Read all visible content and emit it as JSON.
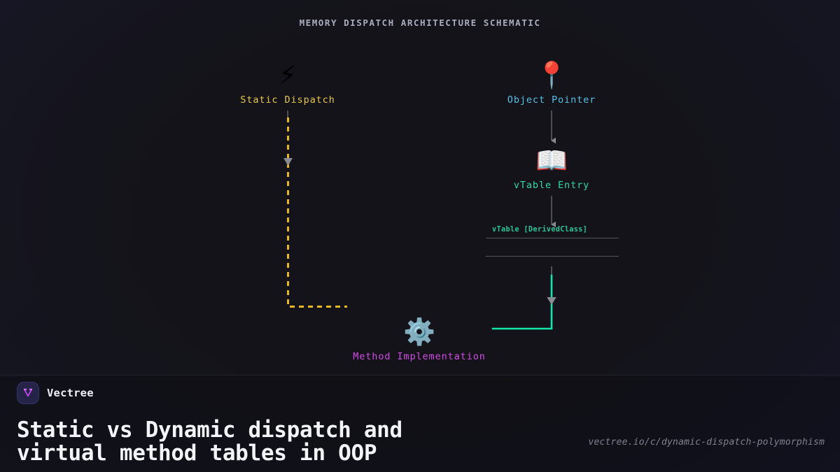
{
  "schematic": {
    "title": "MEMORY DISPATCH ARCHITECTURE SCHEMATIC"
  },
  "colors": {
    "background": "#141319",
    "static_dispatch": "#e8c84a",
    "object_pointer": "#53c0e8",
    "vtable_entry": "#2fd9a5",
    "method_implementation": "#d44be8",
    "dynamic_path": "#0fe6a8",
    "static_path": "#e8b822",
    "arrow_grey": "#6c6f78",
    "brand_accent": "#c44bf0"
  },
  "nodes": [
    {
      "id": "static-dispatch",
      "label": "Static Dispatch",
      "icon": "lightning-bolt-icon",
      "glyph": "⚡",
      "color": "#e8c84a"
    },
    {
      "id": "object-pointer",
      "label": "Object Pointer",
      "icon": "round-pushpin-icon",
      "glyph": "📍",
      "color": "#53c0e8"
    },
    {
      "id": "vtable-entry",
      "label": "vTable Entry",
      "icon": "open-book-icon",
      "glyph": "📖",
      "color": "#2fd9a5"
    },
    {
      "id": "method-implementation",
      "label": "Method Implementation",
      "icon": "gear-icon",
      "glyph": "⚙️",
      "color": "#d44be8"
    }
  ],
  "vtable": {
    "caption": "vTable [DerivedClass]",
    "rows": [
      "",
      ""
    ]
  },
  "footer": {
    "brand_name": "Vectree",
    "brand_mark": "vectree-logo-icon",
    "headline": "Static vs Dynamic dispatch and\nvirtual method tables in OOP",
    "url": "vectree.io/c/dynamic-dispatch-polymorphism"
  }
}
